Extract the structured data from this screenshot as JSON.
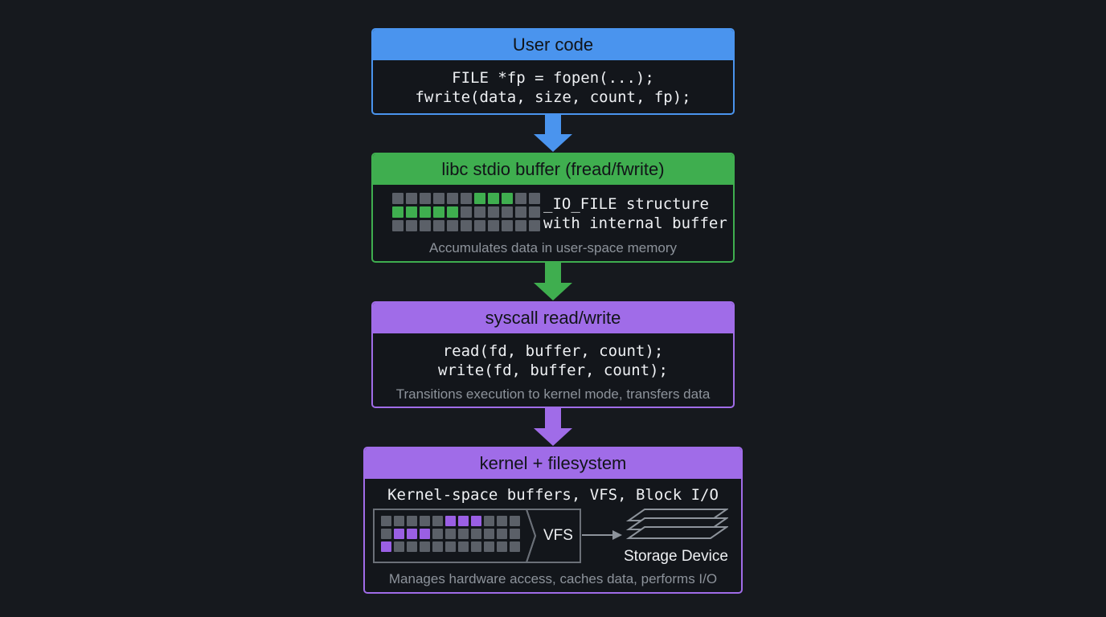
{
  "colors": {
    "background": "#16191e",
    "user": "#4a94ee",
    "libc": "#3fae4f",
    "syscall": "#a06ce8",
    "kernel": "#a06ce8",
    "cell_off": "#5b6068",
    "cell_green": "#3fae4f",
    "cell_purple": "#9a5fe4"
  },
  "user_code": {
    "title": "User code",
    "lines": [
      "FILE *fp = fopen(...);",
      "fwrite(data, size, count, fp);"
    ]
  },
  "libc": {
    "title": "libc stdio buffer (fread/fwrite)",
    "lines": [
      "_IO_FILE structure",
      "with internal buffer"
    ],
    "caption": "Accumulates data in user-space memory",
    "buffer_grid": {
      "rows": 3,
      "cols": 11,
      "filled": [
        [
          0,
          6
        ],
        [
          0,
          7
        ],
        [
          0,
          8
        ],
        [
          1,
          0
        ],
        [
          1,
          1
        ],
        [
          1,
          2
        ],
        [
          1,
          3
        ],
        [
          1,
          4
        ]
      ]
    }
  },
  "syscall": {
    "title": "syscall read/write",
    "lines": [
      "read(fd, buffer, count);",
      "write(fd, buffer, count);"
    ],
    "caption": "Transitions execution to kernel mode, transfers data"
  },
  "kernel": {
    "title": "kernel + filesystem",
    "subtitle": "Kernel-space buffers, VFS, Block I/O",
    "vfs_label": "VFS",
    "storage_label": "Storage Device",
    "caption": "Manages hardware access, caches data, performs I/O",
    "buffer_grid": {
      "rows": 3,
      "cols": 11,
      "filled": [
        [
          0,
          5
        ],
        [
          0,
          6
        ],
        [
          0,
          7
        ],
        [
          1,
          1
        ],
        [
          1,
          2
        ],
        [
          1,
          3
        ],
        [
          2,
          0
        ]
      ]
    }
  }
}
